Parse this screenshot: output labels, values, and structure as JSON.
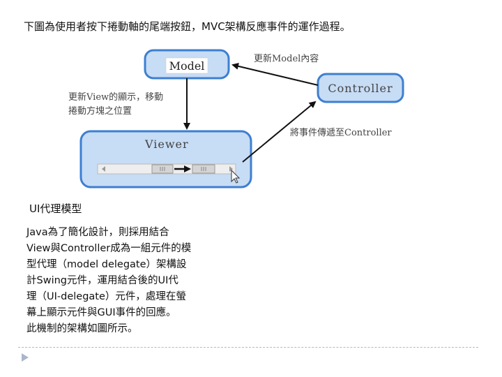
{
  "caption": "下圖為使用者按下捲動軸的尾端按鈕，MVC架構反應事件的運作過程。",
  "diagram": {
    "model_label": "Model",
    "controller_label": "Controller",
    "viewer_label": "Viewer",
    "update_model_note": "更新Model內容",
    "update_view_note_line1": "更新View的顯示，移動",
    "update_view_note_line2": "捲動方塊之位置",
    "forward_event_note": "將事件傳遞至Controller"
  },
  "subheading": "UI代理模型",
  "body_lines": [
    "Java為了簡化設計，則採用結合",
    "View與Controller成為一組元件的模",
    "型代理（model delegate）架構設",
    "計Swing元件，運用結合後的UI代",
    "理（UI-delegate）元件，處理在螢",
    "幕上顯示元件與GUI事件的回應。",
    "此機制的架構如圖所示。"
  ],
  "colors": {
    "box_fill": "#c7dcf5",
    "box_stroke": "#3d7fd1",
    "arrow": "#111111",
    "note_text": "#444444"
  },
  "icons": [
    "arrowhead",
    "mouse-cursor-icon",
    "scroll-thumb",
    "triangle-bullet-icon"
  ]
}
